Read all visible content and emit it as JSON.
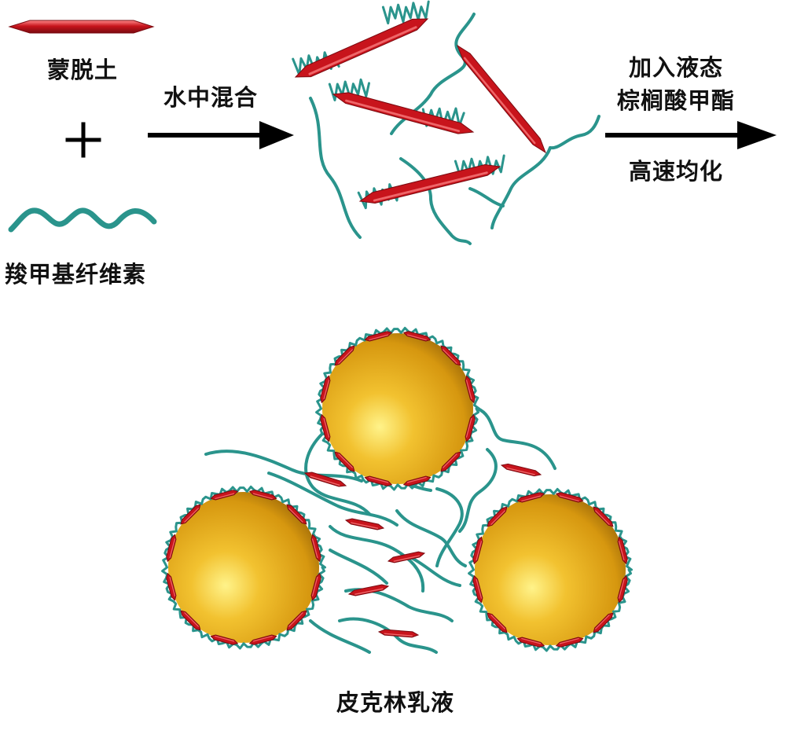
{
  "legend": {
    "montmorillonite_label": "蒙脱土",
    "plus_sign": "+",
    "cmc_label": "羧甲基纤维素"
  },
  "step1": {
    "label": "水中混合"
  },
  "step2": {
    "label_line1": "加入液态",
    "label_line2": "棕榈酸甲酯",
    "label_below": "高速均化"
  },
  "result": {
    "label": "皮克林乳液"
  },
  "colors": {
    "clay_red": "#c8141c",
    "clay_highlight": "#ff8a8a",
    "cellulose_teal": "#2a948c",
    "droplet_gold": "#e3a315",
    "droplet_highlight": "#fff38a",
    "arrow": "#000000"
  },
  "icons": [
    "plus-icon",
    "arrow-right-icon",
    "clay-platelet-icon",
    "cellulose-chain-icon",
    "oil-droplet-icon"
  ]
}
